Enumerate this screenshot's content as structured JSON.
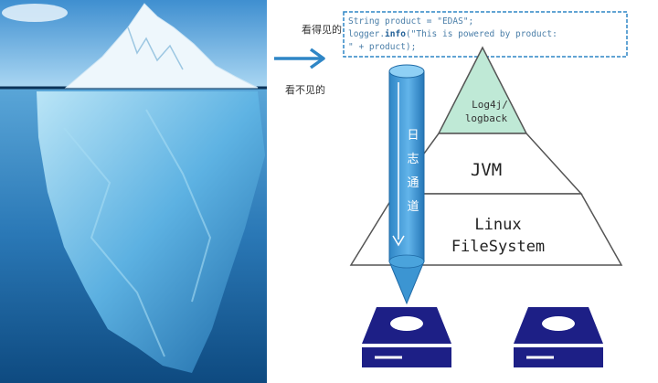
{
  "labels": {
    "visible": "看得见的",
    "invisible": "看不见的"
  },
  "code": {
    "line1": "String product = \"EDAS\";",
    "line2_prefix": "logger.",
    "line2_method": "info",
    "line2_rest": "(\"This is powered by product:",
    "line3": "\" + product);"
  },
  "pyramid": {
    "top": [
      "Log4j/",
      "logback"
    ],
    "middle": "JVM",
    "bottom": [
      "Linux",
      "FileSystem"
    ]
  },
  "channel": {
    "chars": [
      "日",
      "志",
      "通",
      "道"
    ]
  },
  "colors": {
    "ocean_top": "#6fb6e4",
    "ocean_deep": "#0f4e86",
    "accent_blue": "#2f86c6",
    "pyramid_top": "#bfe9d6",
    "disk_navy": "#1d1f86",
    "code_text": "#4a7ea8"
  },
  "icons": {
    "arrow": "right-arrow-icon",
    "disk_left": "hard-disk-icon",
    "disk_right": "hard-disk-icon"
  }
}
